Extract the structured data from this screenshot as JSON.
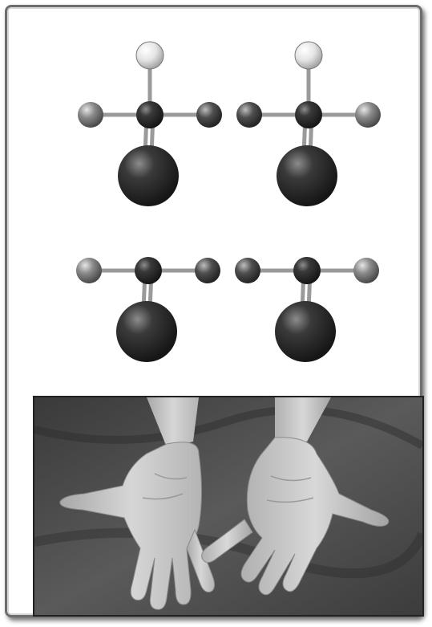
{
  "figure": {
    "panels": [
      "molecule-models",
      "hands-photograph"
    ],
    "colors": {
      "frame": "#6e6e6e",
      "carbon_atom": "#2c2c2c",
      "large_atom": "#333333",
      "medium_gray_atom": "#8a8a8a",
      "dark_gray_atom": "#555555",
      "light_atom": "#e8e8e8",
      "bond": "#9a9a9a",
      "photo_background": "#4a4a4a",
      "skin": "#cfcfcf"
    },
    "molecules": [
      {
        "id": "mol-top-left",
        "has_top_atom": true,
        "left_atom": "medium_gray",
        "right_atom": "dark_gray"
      },
      {
        "id": "mol-top-right",
        "has_top_atom": true,
        "left_atom": "dark_gray",
        "right_atom": "medium_gray"
      },
      {
        "id": "mol-bottom-left",
        "has_top_atom": false,
        "left_atom": "medium_gray",
        "right_atom": "dark_gray"
      },
      {
        "id": "mol-bottom-right",
        "has_top_atom": false,
        "left_atom": "dark_gray",
        "right_atom": "medium_gray"
      }
    ],
    "photo_subject": "left-hand-and-right-hand-palms-up"
  }
}
